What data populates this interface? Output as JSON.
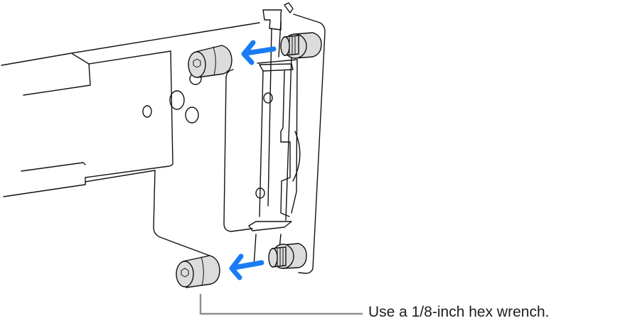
{
  "figure": {
    "type": "technical-illustration",
    "subject": "rack-rail-mounting-bracket",
    "callout": {
      "text": "Use a 1/8-inch hex wrench.",
      "line_color": "#8e8e8e"
    },
    "arrows": [
      {
        "name": "top-arrow",
        "direction": "left",
        "color": "#1a7cf5"
      },
      {
        "name": "bottom-arrow",
        "direction": "left",
        "color": "#1a7cf5"
      }
    ],
    "components": {
      "screws": [
        {
          "name": "top-hex-screw",
          "state": "removed"
        },
        {
          "name": "bottom-hex-screw",
          "state": "removed"
        }
      ],
      "threaded_studs": [
        {
          "name": "top-threaded-stud"
        },
        {
          "name": "bottom-threaded-stud"
        }
      ]
    },
    "colors": {
      "line": "#111111",
      "screw_fill": "#dcdcdc",
      "background": "#ffffff"
    }
  }
}
